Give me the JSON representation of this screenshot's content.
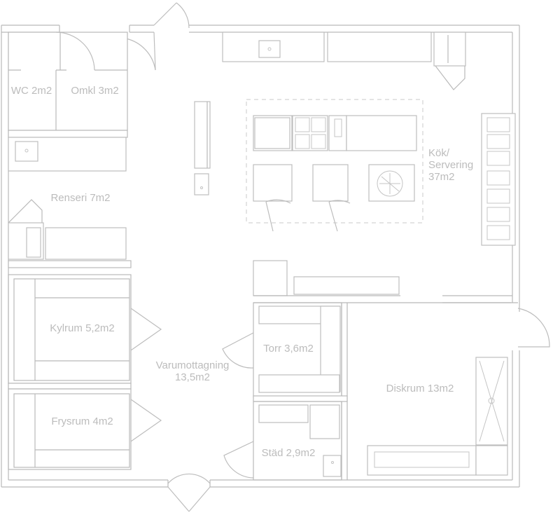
{
  "rooms": {
    "wc": {
      "name": "WC",
      "area": "2m2"
    },
    "omkl": {
      "name": "Omkl",
      "area": "3m2"
    },
    "renseri": {
      "name": "Renseri",
      "area": "7m2"
    },
    "kok": {
      "line1": "Kök/",
      "line2": "Servering",
      "line3": "37m2"
    },
    "kylrum": {
      "name": "Kylrum",
      "area": "5,2m2"
    },
    "frysrum": {
      "name": "Frysrum",
      "area": "4m2"
    },
    "varumottagning": {
      "line1": "Varumottagning",
      "line2": "13,5m2"
    },
    "torr": {
      "name": "Torr",
      "area": "3,6m2"
    },
    "stad": {
      "name": "Städ",
      "area": "2,9m2"
    },
    "diskrum": {
      "name": "Diskrum",
      "area": "13m2"
    }
  },
  "colors": {
    "line": "#b9b9b9",
    "label": "#bcbcbc",
    "background": "#ffffff"
  }
}
